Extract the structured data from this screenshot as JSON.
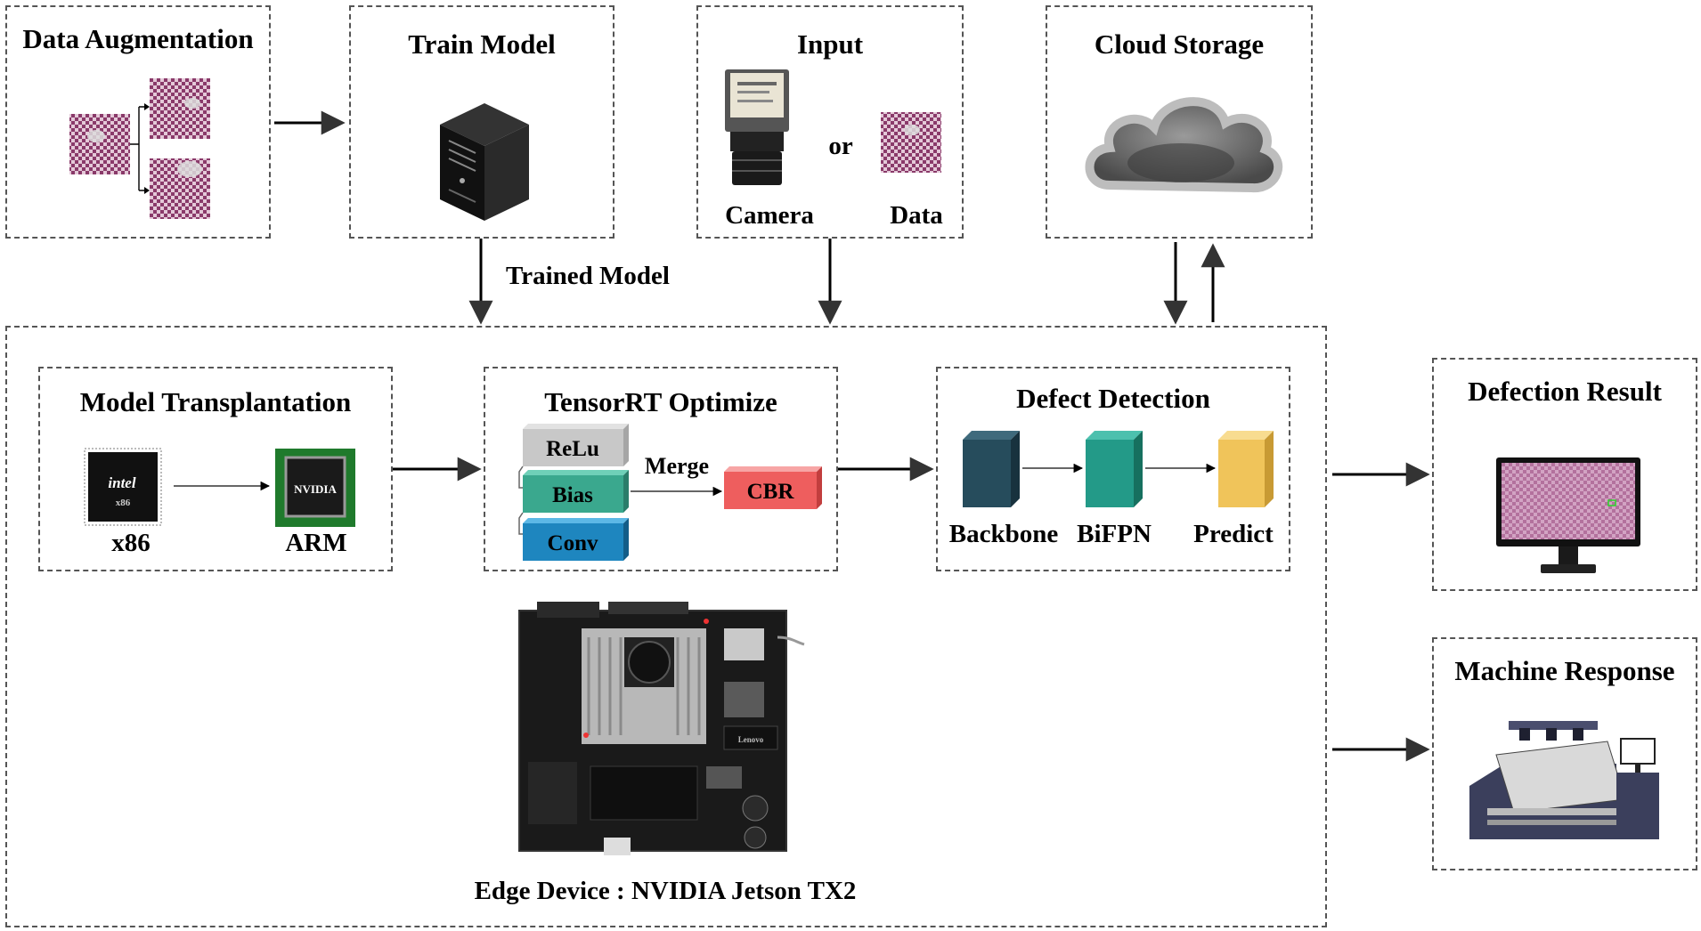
{
  "data_augmentation": {
    "title": "Data Augmentation"
  },
  "train_model": {
    "title": "Train Model"
  },
  "input": {
    "title": "Input",
    "or_label": "or",
    "camera_label": "Camera",
    "data_label": "Data"
  },
  "cloud_storage": {
    "title": "Cloud Storage"
  },
  "trained_model_label": "Trained Model",
  "model_transplantation": {
    "title": "Model Transplantation",
    "chip_intel_text": "intel",
    "chip_intel_sub": "x86",
    "chip_nvidia_text": "NVIDIA",
    "x86_label": "x86",
    "arm_label": "ARM"
  },
  "tensorrt": {
    "title": "TensorRT Optimize",
    "relu": "ReLu",
    "bias": "Bias",
    "conv": "Conv",
    "merge": "Merge",
    "cbr": "CBR"
  },
  "defect_detection": {
    "title": "Defect Detection",
    "backbone": "Backbone",
    "bifpn": "BiFPN",
    "predict": "Predict"
  },
  "board": {
    "brand_text": "Lenovo"
  },
  "edge_device_label": "Edge Device :  NVIDIA Jetson TX2",
  "defection_result": {
    "title": "Defection Result"
  },
  "machine_response": {
    "title": "Machine Response"
  },
  "colors": {
    "fabric": "#8a3a6a",
    "relu": "#c8c8c8",
    "bias": "#3aa88e",
    "conv": "#1e86bf",
    "cbr": "#ee5e5e",
    "backbone": "#264c5c",
    "bifpn": "#239a88",
    "predict": "#f0c45a"
  }
}
